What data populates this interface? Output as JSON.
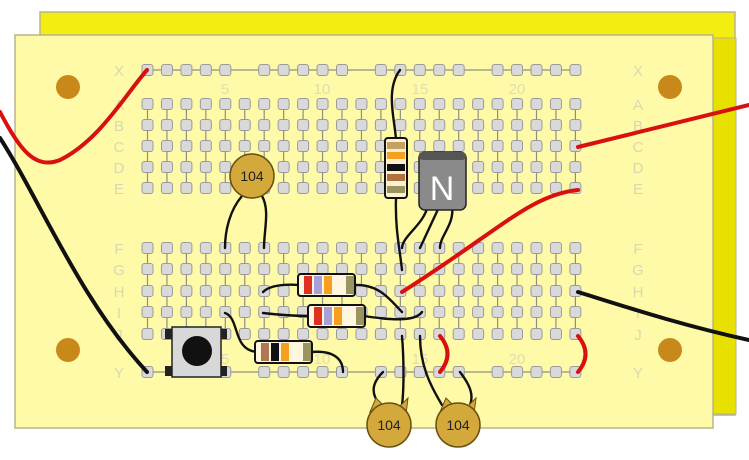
{
  "board": {
    "row_labels_top": [
      "X",
      "A",
      "B",
      "C",
      "D",
      "E"
    ],
    "row_labels_bottom": [
      "F",
      "G",
      "H",
      "I",
      "J",
      "Y"
    ],
    "column_numbers": [
      "5",
      "10",
      "15",
      "20"
    ],
    "colors": {
      "board": "#fffaa8",
      "board_back": "#f4ee10",
      "mounting_hole": "#c8891a",
      "wire_red": "#d81010",
      "wire_black": "#111111"
    }
  },
  "components": {
    "capacitor_top": {
      "label": "104"
    },
    "capacitor_bottom_left": {
      "label": "104"
    },
    "capacitor_bottom_right": {
      "label": "104"
    },
    "transistor": {
      "label": "N"
    },
    "resistor_vertical": {
      "bands": [
        "#c8a060",
        "#f5a020",
        "#111111",
        "#b07040",
        "#9a9460"
      ]
    },
    "resistor_1": {
      "bands": [
        "#e03020",
        "#a8a0d8",
        "#f5a020",
        "#fff6e0",
        "#9a9460"
      ]
    },
    "resistor_2": {
      "bands": [
        "#e03020",
        "#a8a0d8",
        "#f5a020",
        "#fff6e0",
        "#9a9460"
      ]
    },
    "resistor_3": {
      "bands": [
        "#b07850",
        "#111111",
        "#f5a020",
        "#fff6e0",
        "#9a9460"
      ]
    },
    "push_button": {}
  }
}
